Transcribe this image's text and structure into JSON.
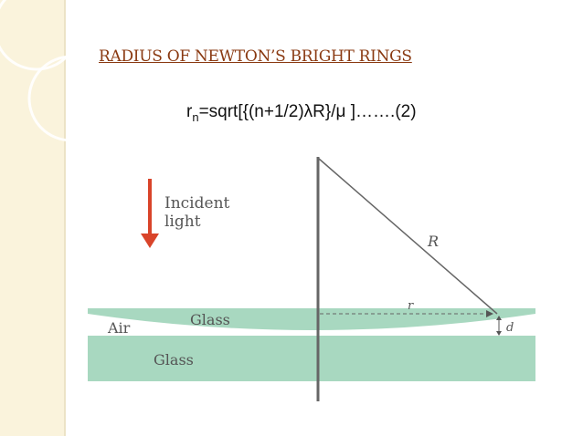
{
  "slide": {
    "title": "RADIUS OF NEWTON’S  BRIGHT RINGS",
    "formula": {
      "symbol": "r",
      "subscript": "n",
      "expression": "=sqrt[{(n+1/2)λR}/μ ]…….(2)"
    }
  },
  "diagram": {
    "incident_label_line1": "Incident",
    "incident_label_line2": "light",
    "radius_label": "R",
    "small_radius_label": "r",
    "thickness_label": "d",
    "air_label": "Air",
    "lens_glass_label": "Glass",
    "plate_glass_label": "Glass",
    "colors": {
      "glass": "#a8d8c0",
      "arrow": "#d9442a",
      "axis": "#666666"
    }
  }
}
